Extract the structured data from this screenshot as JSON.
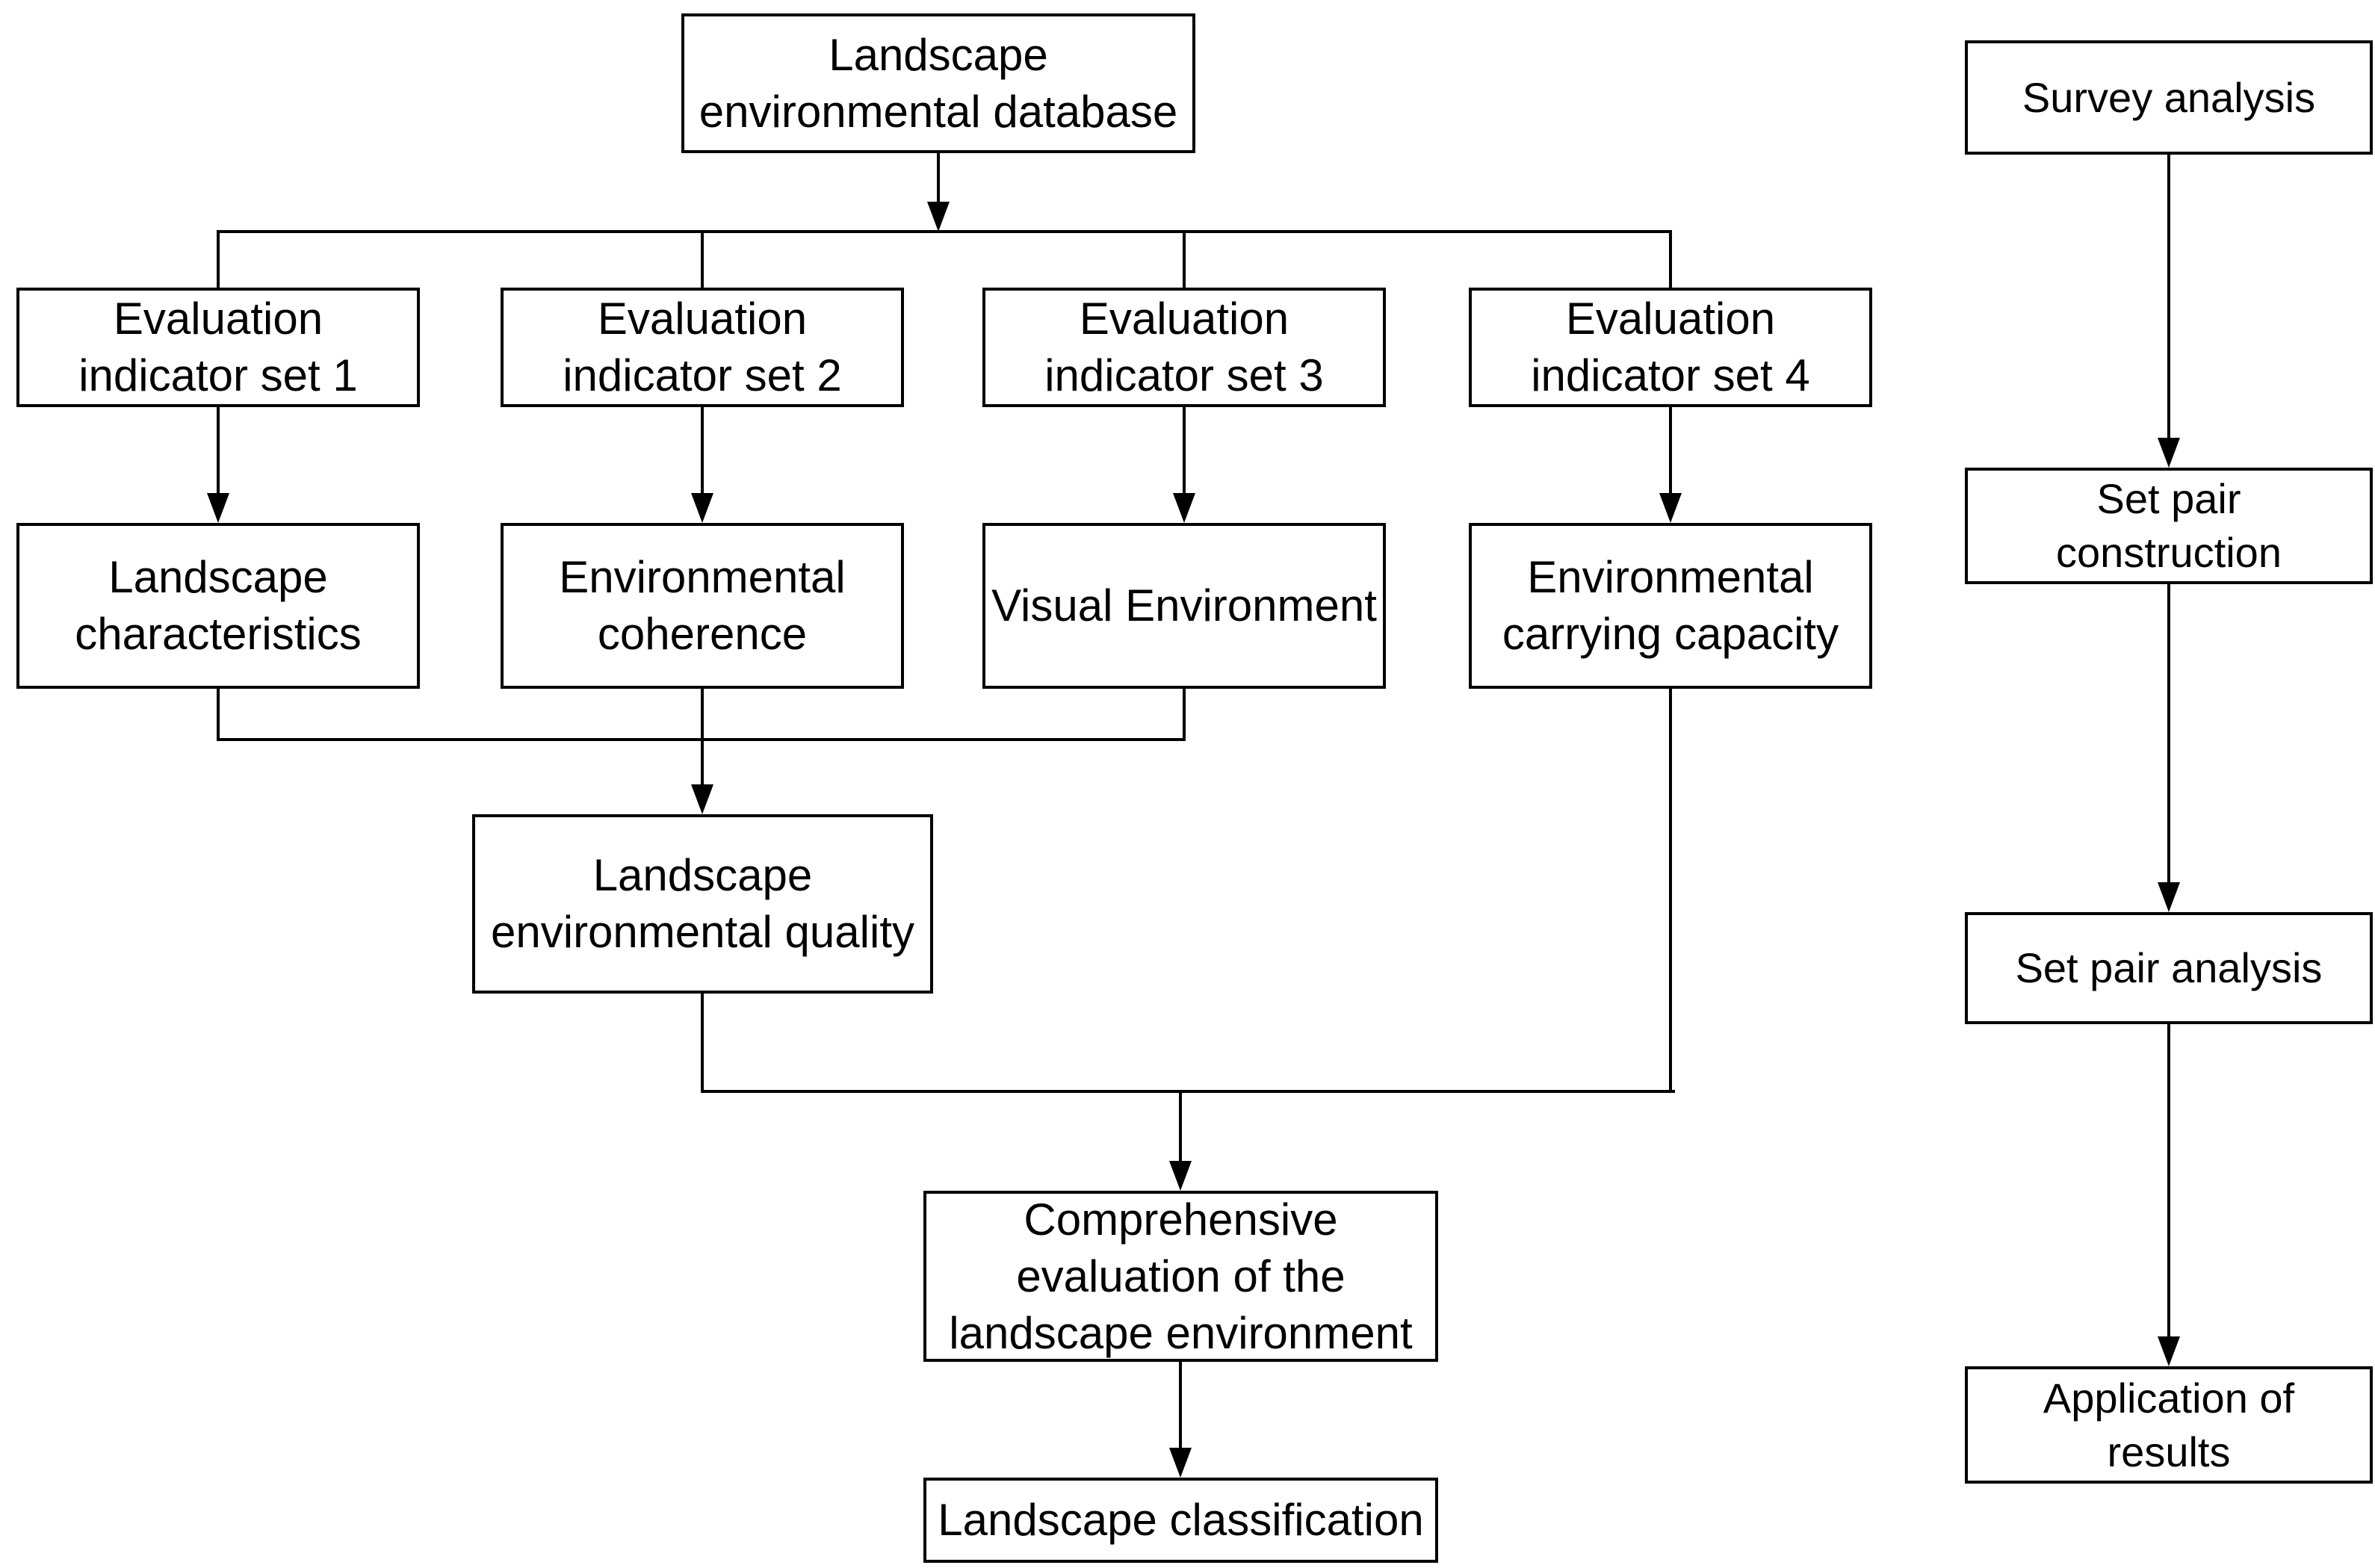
{
  "figure": {
    "type": "flowchart",
    "background_color": "#ffffff",
    "line_color": "#000000",
    "text_color": "#000000"
  },
  "nodes": {
    "database": {
      "label": "Landscape\nenvironmental database"
    },
    "set1": {
      "label": "Evaluation\nindicator set 1"
    },
    "set2": {
      "label": "Evaluation\nindicator set 2"
    },
    "set3": {
      "label": "Evaluation\nindicator set 3"
    },
    "set4": {
      "label": "Evaluation\nindicator set 4"
    },
    "characteristics": {
      "label": "Landscape\ncharacteristics"
    },
    "coherence": {
      "label": "Environmental\ncoherence"
    },
    "visual": {
      "label": "Visual Environment"
    },
    "carrying": {
      "label": "Environmental\ncarrying capacity"
    },
    "quality": {
      "label": "Landscape\nenvironmental quality"
    },
    "comprehensive": {
      "label": "Comprehensive\nevaluation of the\nlandscape environment"
    },
    "classification": {
      "label": "Landscape classification"
    },
    "survey": {
      "label": "Survey analysis"
    },
    "construction": {
      "label": "Set pair\nconstruction"
    },
    "analysis": {
      "label": "Set pair analysis"
    },
    "application": {
      "label": "Application of\nresults"
    }
  },
  "edges": [
    {
      "from": "Landscape environmental database",
      "to": "Evaluation indicator set 1"
    },
    {
      "from": "Landscape environmental database",
      "to": "Evaluation indicator set 2"
    },
    {
      "from": "Landscape environmental database",
      "to": "Evaluation indicator set 3"
    },
    {
      "from": "Landscape environmental database",
      "to": "Evaluation indicator set 4"
    },
    {
      "from": "Evaluation indicator set 1",
      "to": "Landscape characteristics"
    },
    {
      "from": "Evaluation indicator set 2",
      "to": "Environmental coherence"
    },
    {
      "from": "Evaluation indicator set 3",
      "to": "Visual Environment"
    },
    {
      "from": "Evaluation indicator set 4",
      "to": "Environmental carrying capacity"
    },
    {
      "from": "Landscape characteristics",
      "to": "Landscape environmental quality"
    },
    {
      "from": "Environmental coherence",
      "to": "Landscape environmental quality"
    },
    {
      "from": "Visual Environment",
      "to": "Landscape environmental quality"
    },
    {
      "from": "Landscape environmental quality",
      "to": "Comprehensive evaluation of the landscape environment"
    },
    {
      "from": "Environmental carrying capacity",
      "to": "Comprehensive evaluation of the landscape environment"
    },
    {
      "from": "Comprehensive evaluation of the landscape environment",
      "to": "Landscape classification"
    },
    {
      "from": "Survey analysis",
      "to": "Set pair construction"
    },
    {
      "from": "Set pair construction",
      "to": "Set pair analysis"
    },
    {
      "from": "Set pair analysis",
      "to": "Application of results"
    }
  ]
}
